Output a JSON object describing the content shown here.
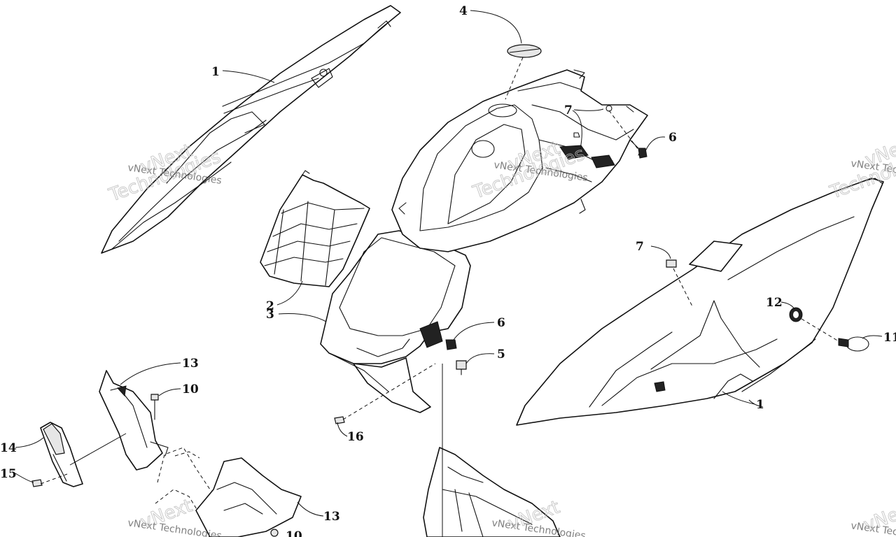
{
  "diagram": {
    "callouts": [
      "1",
      "1",
      "2",
      "3",
      "4",
      "5",
      "6",
      "6",
      "7",
      "7",
      "10",
      "10",
      "11",
      "12",
      "13",
      "13",
      "14",
      "15",
      "16"
    ],
    "watermarks": {
      "small": "vNext Technologies",
      "big_1": "vNext",
      "big_2": "Technologies"
    }
  }
}
